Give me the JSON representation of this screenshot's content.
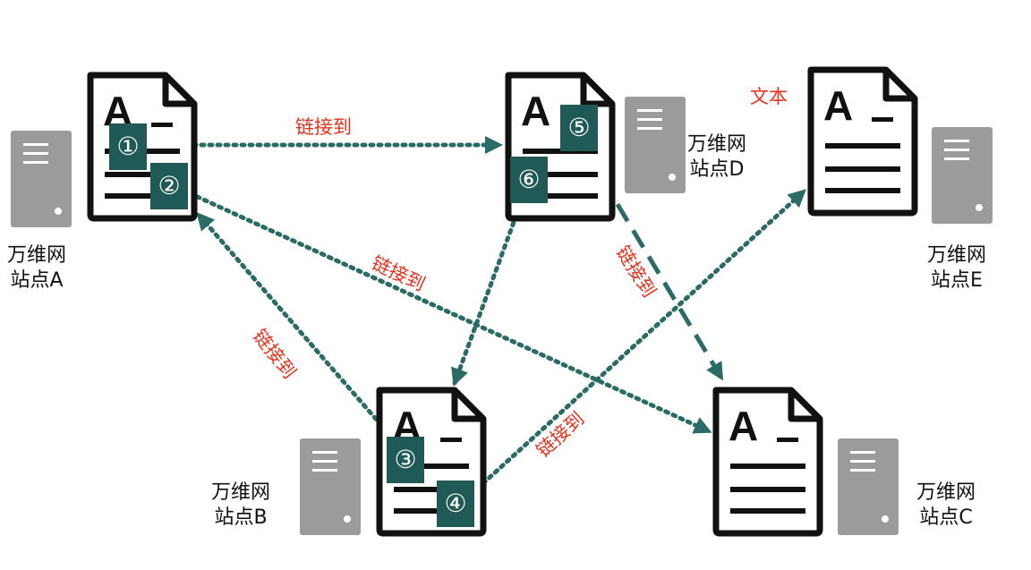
{
  "colors": {
    "link": "#2a6b66",
    "badge": "#1f5a56",
    "server": "#9b9b9b",
    "annotation": "#e8301c",
    "document": "#111111"
  },
  "sites": [
    {
      "id": "A",
      "line1": "万维网",
      "line2": "站点A"
    },
    {
      "id": "B",
      "line1": "万维网",
      "line2": "站点B"
    },
    {
      "id": "C",
      "line1": "万维网",
      "line2": "站点C"
    },
    {
      "id": "D",
      "line1": "万维网",
      "line2": "站点D"
    },
    {
      "id": "E",
      "line1": "万维网",
      "line2": "站点E"
    }
  ],
  "badges": [
    "①",
    "②",
    "③",
    "④",
    "⑤",
    "⑥"
  ],
  "link_label": "链接到",
  "text_label": "文本",
  "document_letter": "A"
}
